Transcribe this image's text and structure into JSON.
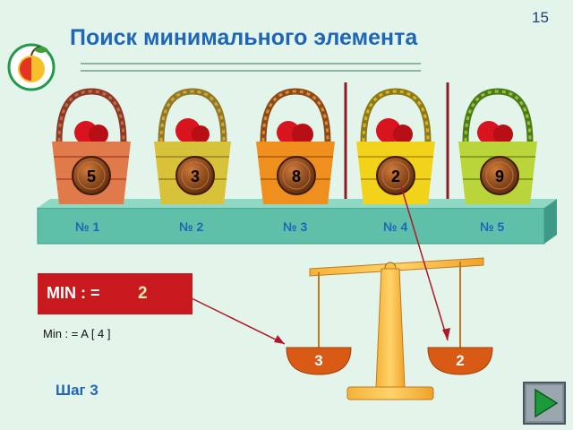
{
  "slide_number": "15",
  "title": "Поиск минимального элемента",
  "baskets": [
    {
      "label": "№ 1",
      "value": "5",
      "color": "#e07a4a"
    },
    {
      "label": "№ 2",
      "value": "3",
      "color": "#d8c23a"
    },
    {
      "label": "№ 3",
      "value": "8",
      "color": "#ef8f1e"
    },
    {
      "label": "№ 4",
      "value": "2",
      "color": "#f3d21a"
    },
    {
      "label": "№ 5",
      "value": "9",
      "color": "#b9d53a"
    }
  ],
  "min_box": {
    "label": "MIN : =",
    "value": "2"
  },
  "assign_line": "Min : = A [ 4 ]",
  "scale": {
    "left_value": "3",
    "right_value": "2"
  },
  "step_label": "Шаг 3",
  "colors": {
    "title": "#1f66b8",
    "shelf": "#5ec0a9",
    "min_box": "#c8191e",
    "ball": "#8a4a1c",
    "apple": "#d8141e"
  },
  "icons": {
    "logo": "apple-logo-icon",
    "next": "play-right-icon"
  }
}
